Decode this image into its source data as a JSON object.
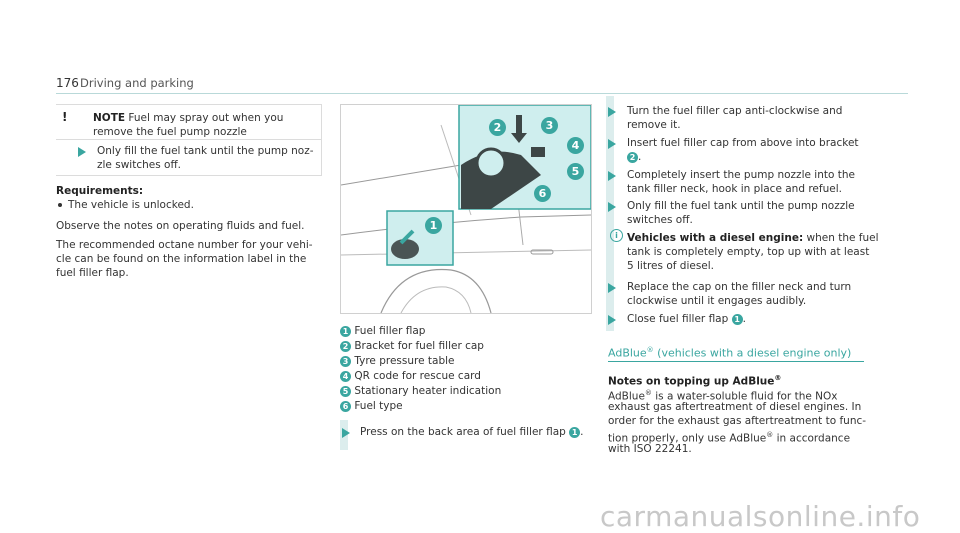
{
  "header": {
    "page_number": "176",
    "section_title": "Driving and parking"
  },
  "note": {
    "icon": "!",
    "label": "NOTE",
    "line1": "Fuel may spray out when you",
    "line2": "remove the fuel pump nozzle",
    "step1_line1": "Only fill the fuel tank until the pump noz-",
    "step1_line2": "zle switches off."
  },
  "requirements": {
    "heading": "Requirements:",
    "bullet1": "The vehicle is unlocked."
  },
  "left_text": {
    "observe": "Observe the notes on operating fluids and fuel.",
    "octane_line1": "The recommended octane number for your vehi-",
    "octane_line2": "cle can be found on the information label in the",
    "octane_line3": "fuel filler flap."
  },
  "figure": {
    "callouts": [
      "1",
      "2",
      "3",
      "4",
      "5",
      "6"
    ],
    "legend": [
      {
        "n": "1",
        "text": "Fuel filler flap"
      },
      {
        "n": "2",
        "text": "Bracket for fuel filler cap"
      },
      {
        "n": "3",
        "text": "Tyre pressure table"
      },
      {
        "n": "4",
        "text": "QR code for rescue card"
      },
      {
        "n": "5",
        "text": "Stationary heater indication"
      },
      {
        "n": "6",
        "text": "Fuel type"
      }
    ],
    "step_press": "Press on the back area of fuel filler flap",
    "step_press_ref": "1",
    "step_press_end": "."
  },
  "right_steps": {
    "s1_line1": "Turn the fuel filler cap anti-clockwise and",
    "s1_line2": "remove it.",
    "s2_line1": "Insert fuel filler cap from above into bracket",
    "s2_ref": "2",
    "s2_end": ".",
    "s3_line1": "Completely insert the pump nozzle into the",
    "s3_line2": "tank filler neck, hook in place and refuel.",
    "s4_line1": "Only fill the fuel tank until the pump nozzle",
    "s4_line2": "switches off.",
    "info_bold": "Vehicles with a diesel engine:",
    "info_rest": "when the fuel",
    "info_line2": "tank is completely empty, top up with at least",
    "info_line3": "5 litres of diesel.",
    "s5_line1": "Replace the cap on the filler neck and turn",
    "s5_line2": "clockwise until it engages audibly.",
    "s6_text": "Close fuel filler flap",
    "s6_ref": "1",
    "s6_end": "."
  },
  "adblue": {
    "link_a": "AdBlue",
    "link_sup": "®",
    "link_b": "(vehicles with a diesel engine only)",
    "heading_a": "Notes on topping up AdBlue",
    "heading_sup": "®",
    "p1a": "AdBlue",
    "p1sup": "®",
    "p1b": "is a water-soluble fluid for the NOx",
    "p2": "exhaust gas aftertreatment of diesel engines. In",
    "p3": "order for the exhaust gas aftertreatment to func-",
    "p4a": "tion properly, only use AdBlue",
    "p4sup": "®",
    "p4b": "in accordance",
    "p5": "with ISO 22241."
  },
  "watermark": "carmanualsonline.info",
  "colors": {
    "accent": "#3aa6a0",
    "panel": "#cfeeee"
  }
}
